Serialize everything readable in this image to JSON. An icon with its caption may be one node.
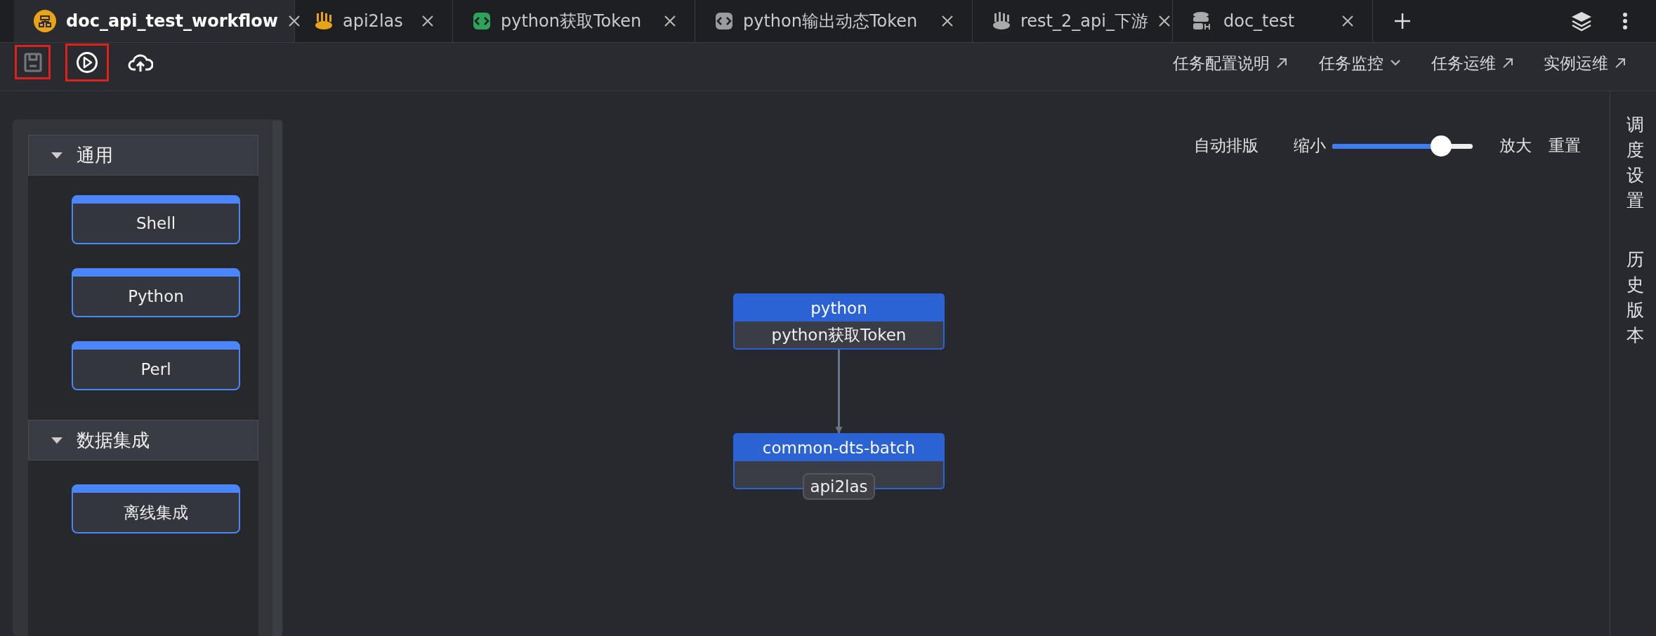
{
  "diagram": {
    "nodes": [
      {
        "text": [
          "python",
          "python获取Token"
        ]
      },
      {
        "text": [
          "common-dts-batch",
          "api2las"
        ]
      }
    ],
    "edges": [
      {
        "from": 0,
        "to": 1,
        "arrow": "to"
      }
    ],
    "labels": [
      "doc_api_test_workflow",
      "api2las",
      "python获取Token",
      "python输出动态Token",
      "rest_2_api_下游",
      "doc_test",
      "任务配置说明",
      "任务监控",
      "任务运维",
      "实例运维",
      "通用",
      "Shell",
      "Python",
      "Perl",
      "数据集成",
      "离线集成",
      "自动排版",
      "缩小",
      "放大",
      "重置",
      "调度设置",
      "历史版本"
    ]
  }
}
